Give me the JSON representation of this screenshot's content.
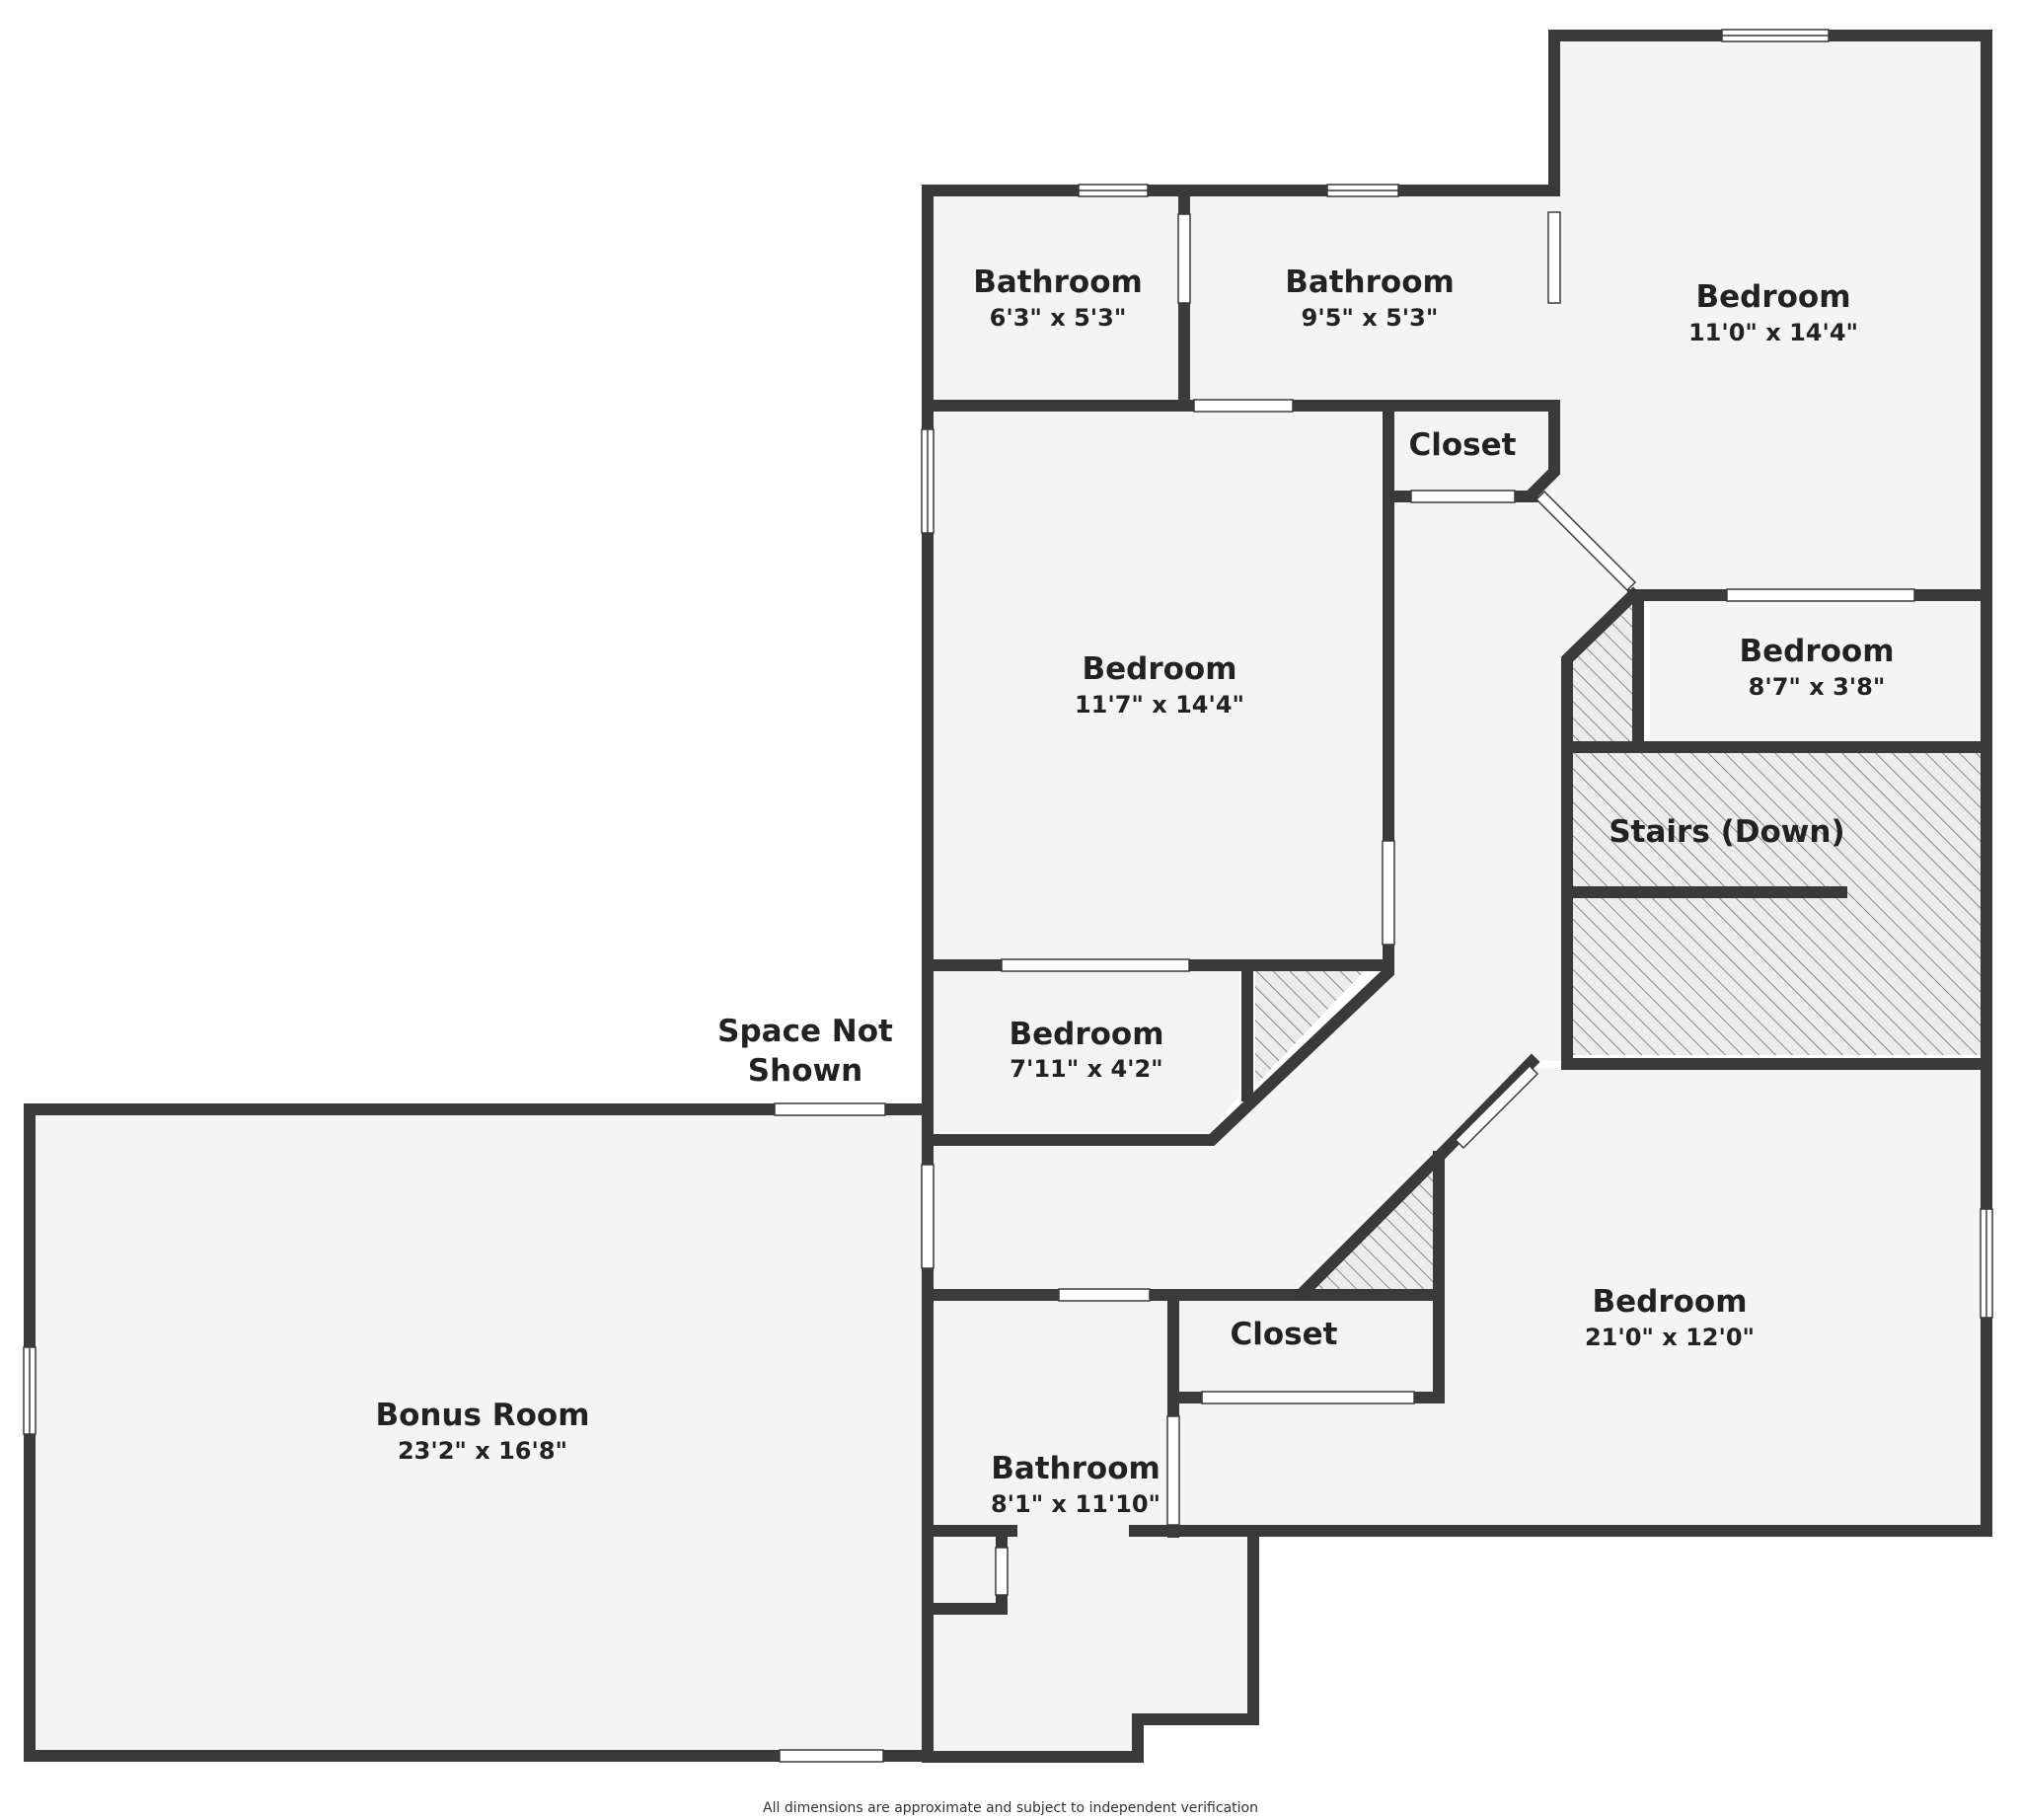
{
  "rooms": [
    {
      "id": "bathroom-top-left",
      "name": "Bathroom",
      "dims": "6'3\" x 5'3\""
    },
    {
      "id": "bathroom-top-mid",
      "name": "Bathroom",
      "dims": "9'5\" x 5'3\""
    },
    {
      "id": "bedroom-top-right",
      "name": "Bedroom",
      "dims": "11'0\" x 14'4\""
    },
    {
      "id": "closet-top",
      "name": "Closet",
      "dims": ""
    },
    {
      "id": "bedroom-center",
      "name": "Bedroom",
      "dims": "11'7\" x 14'4\""
    },
    {
      "id": "bedroom-small-right",
      "name": "Bedroom",
      "dims": "8'7\" x 3'8\""
    },
    {
      "id": "stairs",
      "name": "Stairs (Down)",
      "dims": ""
    },
    {
      "id": "bedroom-small-mid",
      "name": "Bedroom",
      "dims": "7'11\" x 4'2\""
    },
    {
      "id": "space-not-shown",
      "name_line1": "Space Not",
      "name_line2": "Shown"
    },
    {
      "id": "bonus-room",
      "name": "Bonus Room",
      "dims": "23'2\" x 16'8\""
    },
    {
      "id": "closet-bottom",
      "name": "Closet",
      "dims": ""
    },
    {
      "id": "bedroom-bottom-right",
      "name": "Bedroom",
      "dims": "21'0\" x 12'0\""
    },
    {
      "id": "bathroom-bottom",
      "name": "Bathroom",
      "dims": "8'1\" x 11'10\""
    }
  ],
  "footer": "All dimensions are approximate and subject to independent verification",
  "colors": {
    "wall": "#3a3a3a",
    "floor": "#f4f4f4",
    "hatch": "#888888",
    "background": "#ffffff"
  }
}
